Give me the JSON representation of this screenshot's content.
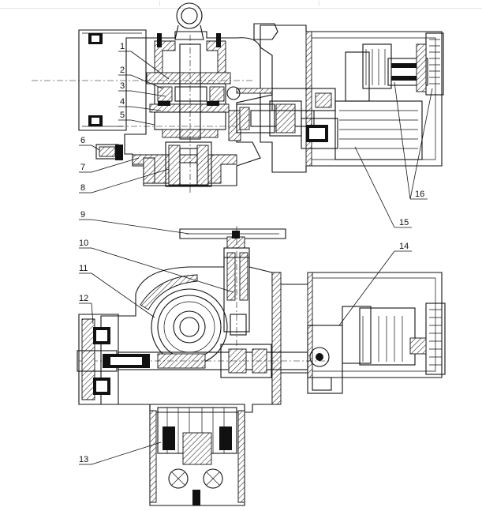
{
  "drawing": {
    "callouts": [
      {
        "id": "1",
        "label": "1"
      },
      {
        "id": "2",
        "label": "2"
      },
      {
        "id": "3",
        "label": "3"
      },
      {
        "id": "4",
        "label": "4"
      },
      {
        "id": "5",
        "label": "5"
      },
      {
        "id": "6",
        "label": "6"
      },
      {
        "id": "7",
        "label": "7"
      },
      {
        "id": "8",
        "label": "8"
      },
      {
        "id": "9",
        "label": "9"
      },
      {
        "id": "10",
        "label": "10"
      },
      {
        "id": "11",
        "label": "11"
      },
      {
        "id": "12",
        "label": "12"
      },
      {
        "id": "13",
        "label": "13"
      },
      {
        "id": "14",
        "label": "14"
      },
      {
        "id": "15",
        "label": "15"
      },
      {
        "id": "16",
        "label": "16"
      }
    ]
  }
}
